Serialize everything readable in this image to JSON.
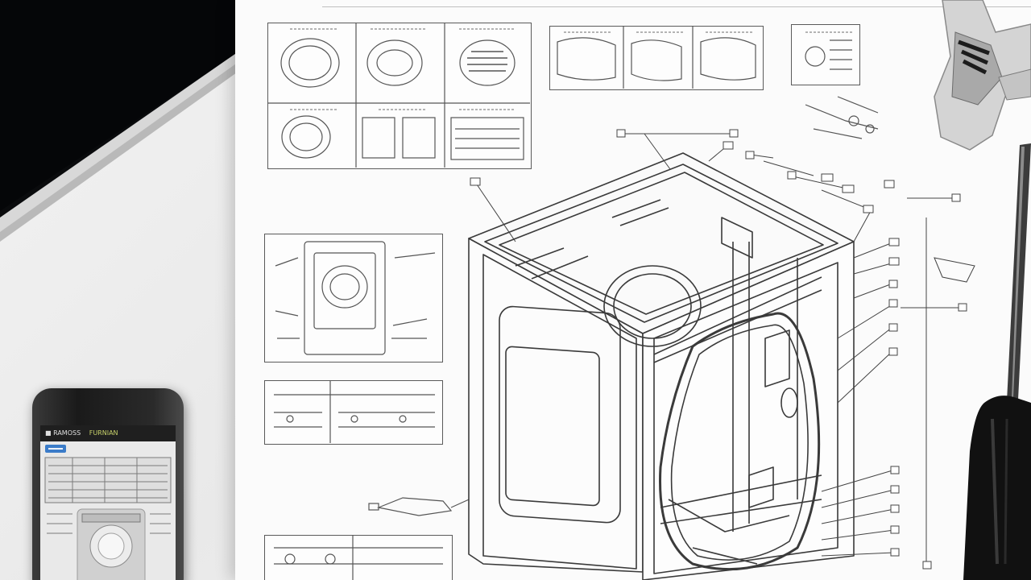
{
  "scene": {
    "description_colors": {
      "tablet_frame": "#c9c9c9",
      "tablet_screen": "#050608",
      "paper": "#fbfbfb",
      "ink": "#4a4a4a",
      "screwdriver_handle": "#111111",
      "wrench_steel": "#d6d6d6",
      "phone_accent": "#3b7cc9"
    },
    "icons": [
      "tablet-device",
      "smartphone-device",
      "adjustable-wrench-icon",
      "screwdriver-icon",
      "washing-machine-diagram"
    ]
  },
  "phone": {
    "brand_text": "■ RAMOSS",
    "app_title": "FURNIAN",
    "tab_label": "▬▬▬"
  }
}
